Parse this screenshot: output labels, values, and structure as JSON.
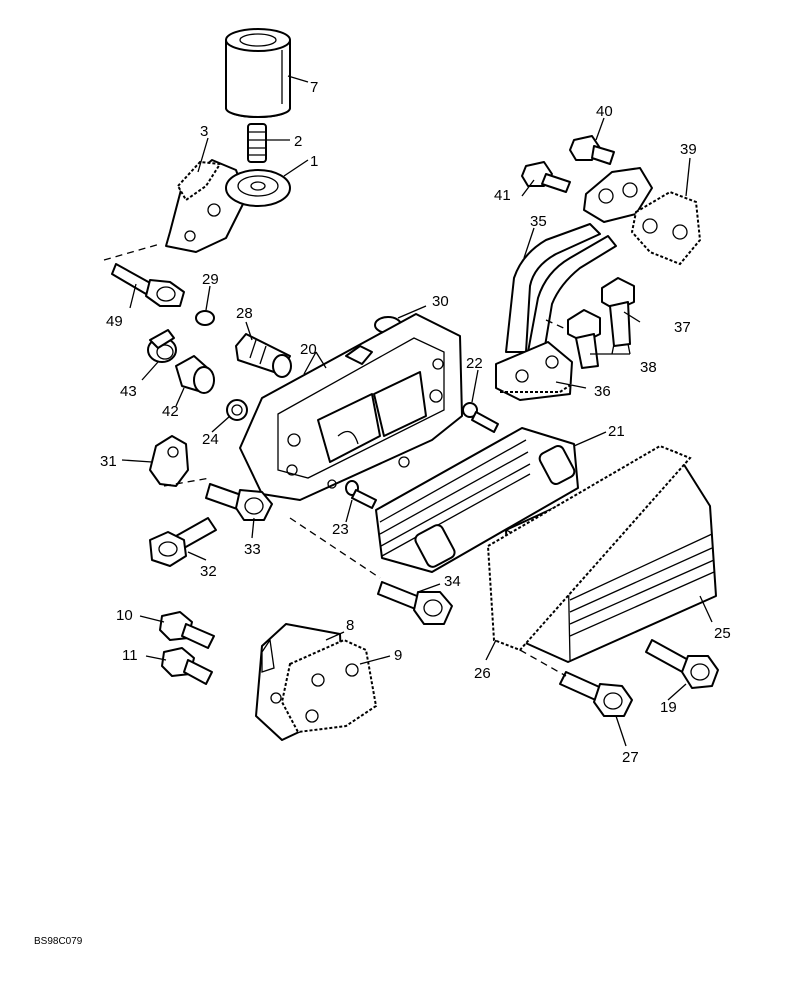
{
  "callouts": [
    "1",
    "2",
    "3",
    "7",
    "8",
    "9",
    "10",
    "11",
    "19",
    "20",
    "21",
    "22",
    "23",
    "24",
    "25",
    "26",
    "27",
    "28",
    "29",
    "30",
    "31",
    "32",
    "33",
    "34",
    "35",
    "36",
    "37",
    "38",
    "39",
    "40",
    "41",
    "42",
    "43",
    "49"
  ],
  "drawing_code": "BS98C079"
}
